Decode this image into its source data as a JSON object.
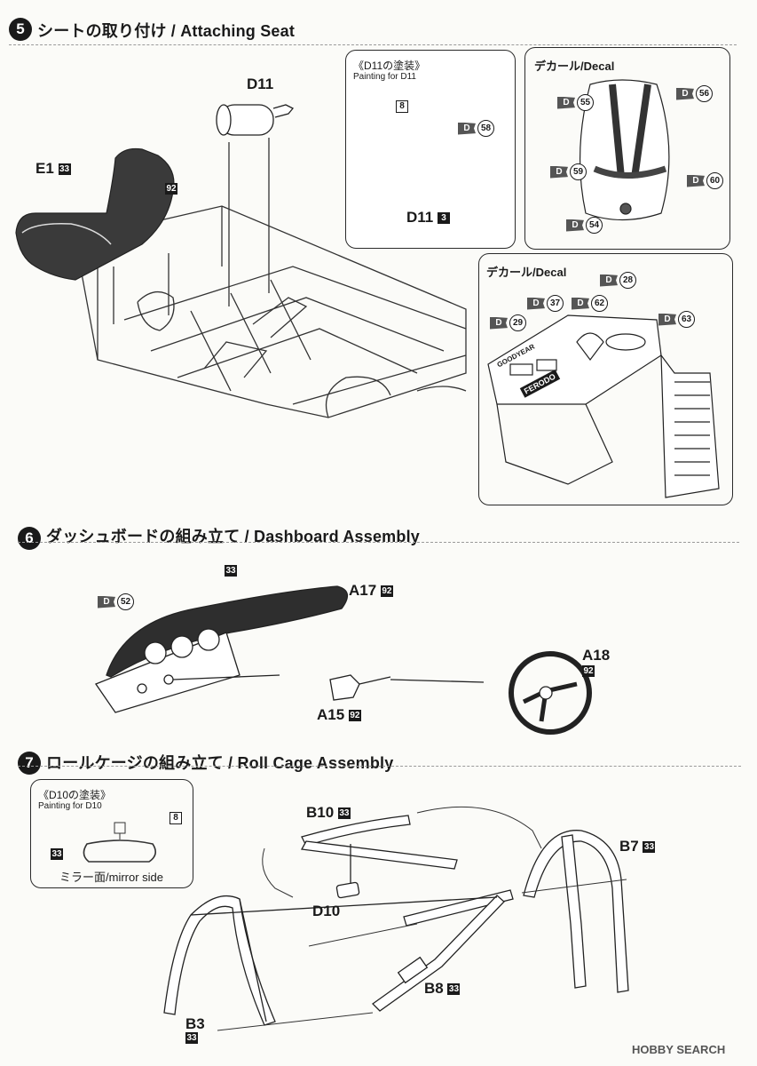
{
  "steps": [
    {
      "num": "5",
      "title": "シートの取り付け / Attaching Seat"
    },
    {
      "num": "6",
      "title": "ダッシュボードの組み立て / Dashboard Assembly"
    },
    {
      "num": "7",
      "title": "ロールケージの組み立て / Roll Cage Assembly"
    }
  ],
  "step5": {
    "parts": {
      "d11_label": "D11",
      "e1_label": "E1",
      "e1_color": "33",
      "seat_color": "92"
    },
    "painting_panel": {
      "title": "《D11の塗装》",
      "subtitle": "Painting for D11",
      "nozzle_color": "8",
      "decal_num": "58",
      "part_label": "D11",
      "part_color": "3"
    },
    "decal_panel_1": {
      "title": "デカール/Decal",
      "decals": [
        "55",
        "56",
        "59",
        "60",
        "54"
      ]
    },
    "decal_panel_2": {
      "title": "デカール/Decal",
      "decals": [
        "29",
        "37",
        "62",
        "28",
        "63"
      ],
      "sticker_text": [
        "GOODYEAR",
        "FERODO"
      ]
    }
  },
  "step6": {
    "cover_color": "33",
    "a17_label": "A17",
    "a17_color": "92",
    "decal_num": "52",
    "a15_label": "A15",
    "a15_color": "92",
    "a18_label": "A18",
    "a18_color": "92"
  },
  "step7": {
    "painting_panel": {
      "title": "《D10の塗装》",
      "subtitle": "Painting for D10",
      "stem_color": "8",
      "mirror_color": "33",
      "mirror_side_label": "ミラー面/mirror side"
    },
    "b10_label": "B10",
    "b10_color": "33",
    "b7_label": "B7",
    "b7_color": "33",
    "d10_label": "D10",
    "b8_label": "B8",
    "b8_color": "33",
    "b3_label": "B3",
    "b3_color": "33"
  },
  "watermark": "HOBBY SEARCH",
  "colors": {
    "ink": "#1a1a1a",
    "seat": "#3a3a3a",
    "panel_border": "#2a2a2a"
  }
}
